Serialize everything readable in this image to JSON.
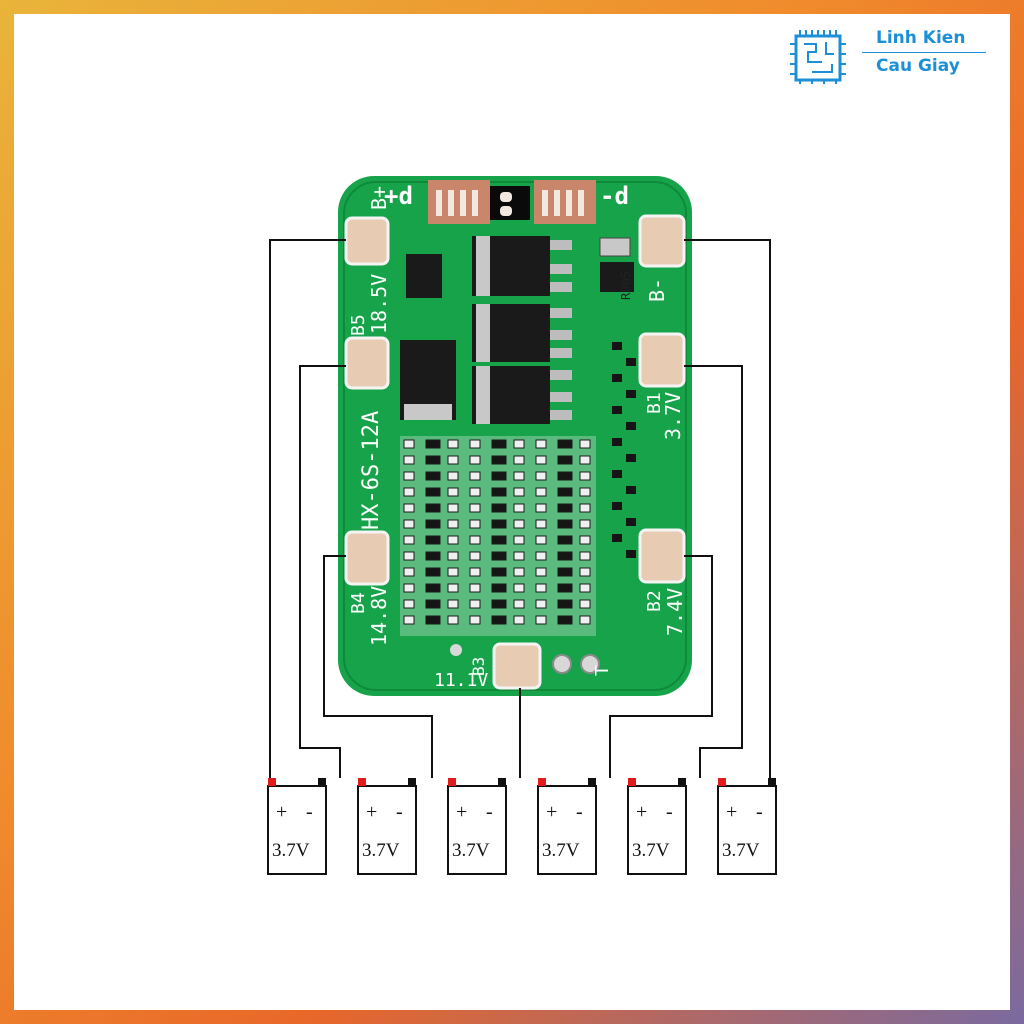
{
  "brand": {
    "line1": "Linh Kien",
    "line2": "Cau Giay",
    "logo_icon": "circuit-chip-icon",
    "color": "#1d8fd6"
  },
  "board": {
    "model": "HX-6S-12A",
    "pcb_color": "#17a34a",
    "labels": {
      "b_plus": "B+",
      "p_plus": "+d",
      "p_minus": "-d",
      "b_minus": "B-",
      "b5": "B5",
      "b5_v": "18.5V",
      "b4": "B4",
      "b4_v": "14.8V",
      "b3": "B3",
      "b3_v": "11.1V",
      "b2": "B2",
      "b2_v": "7.4V",
      "b1": "B1",
      "b1_v": "3.7V",
      "r005": "R005",
      "t": "T"
    }
  },
  "batteries": [
    {
      "plus": "+",
      "minus": "-",
      "voltage": "3.7V"
    },
    {
      "plus": "+",
      "minus": "-",
      "voltage": "3.7V"
    },
    {
      "plus": "+",
      "minus": "-",
      "voltage": "3.7V"
    },
    {
      "plus": "+",
      "minus": "-",
      "voltage": "3.7V"
    },
    {
      "plus": "+",
      "minus": "-",
      "voltage": "3.7V"
    },
    {
      "plus": "+",
      "minus": "-",
      "voltage": "3.7V"
    }
  ]
}
